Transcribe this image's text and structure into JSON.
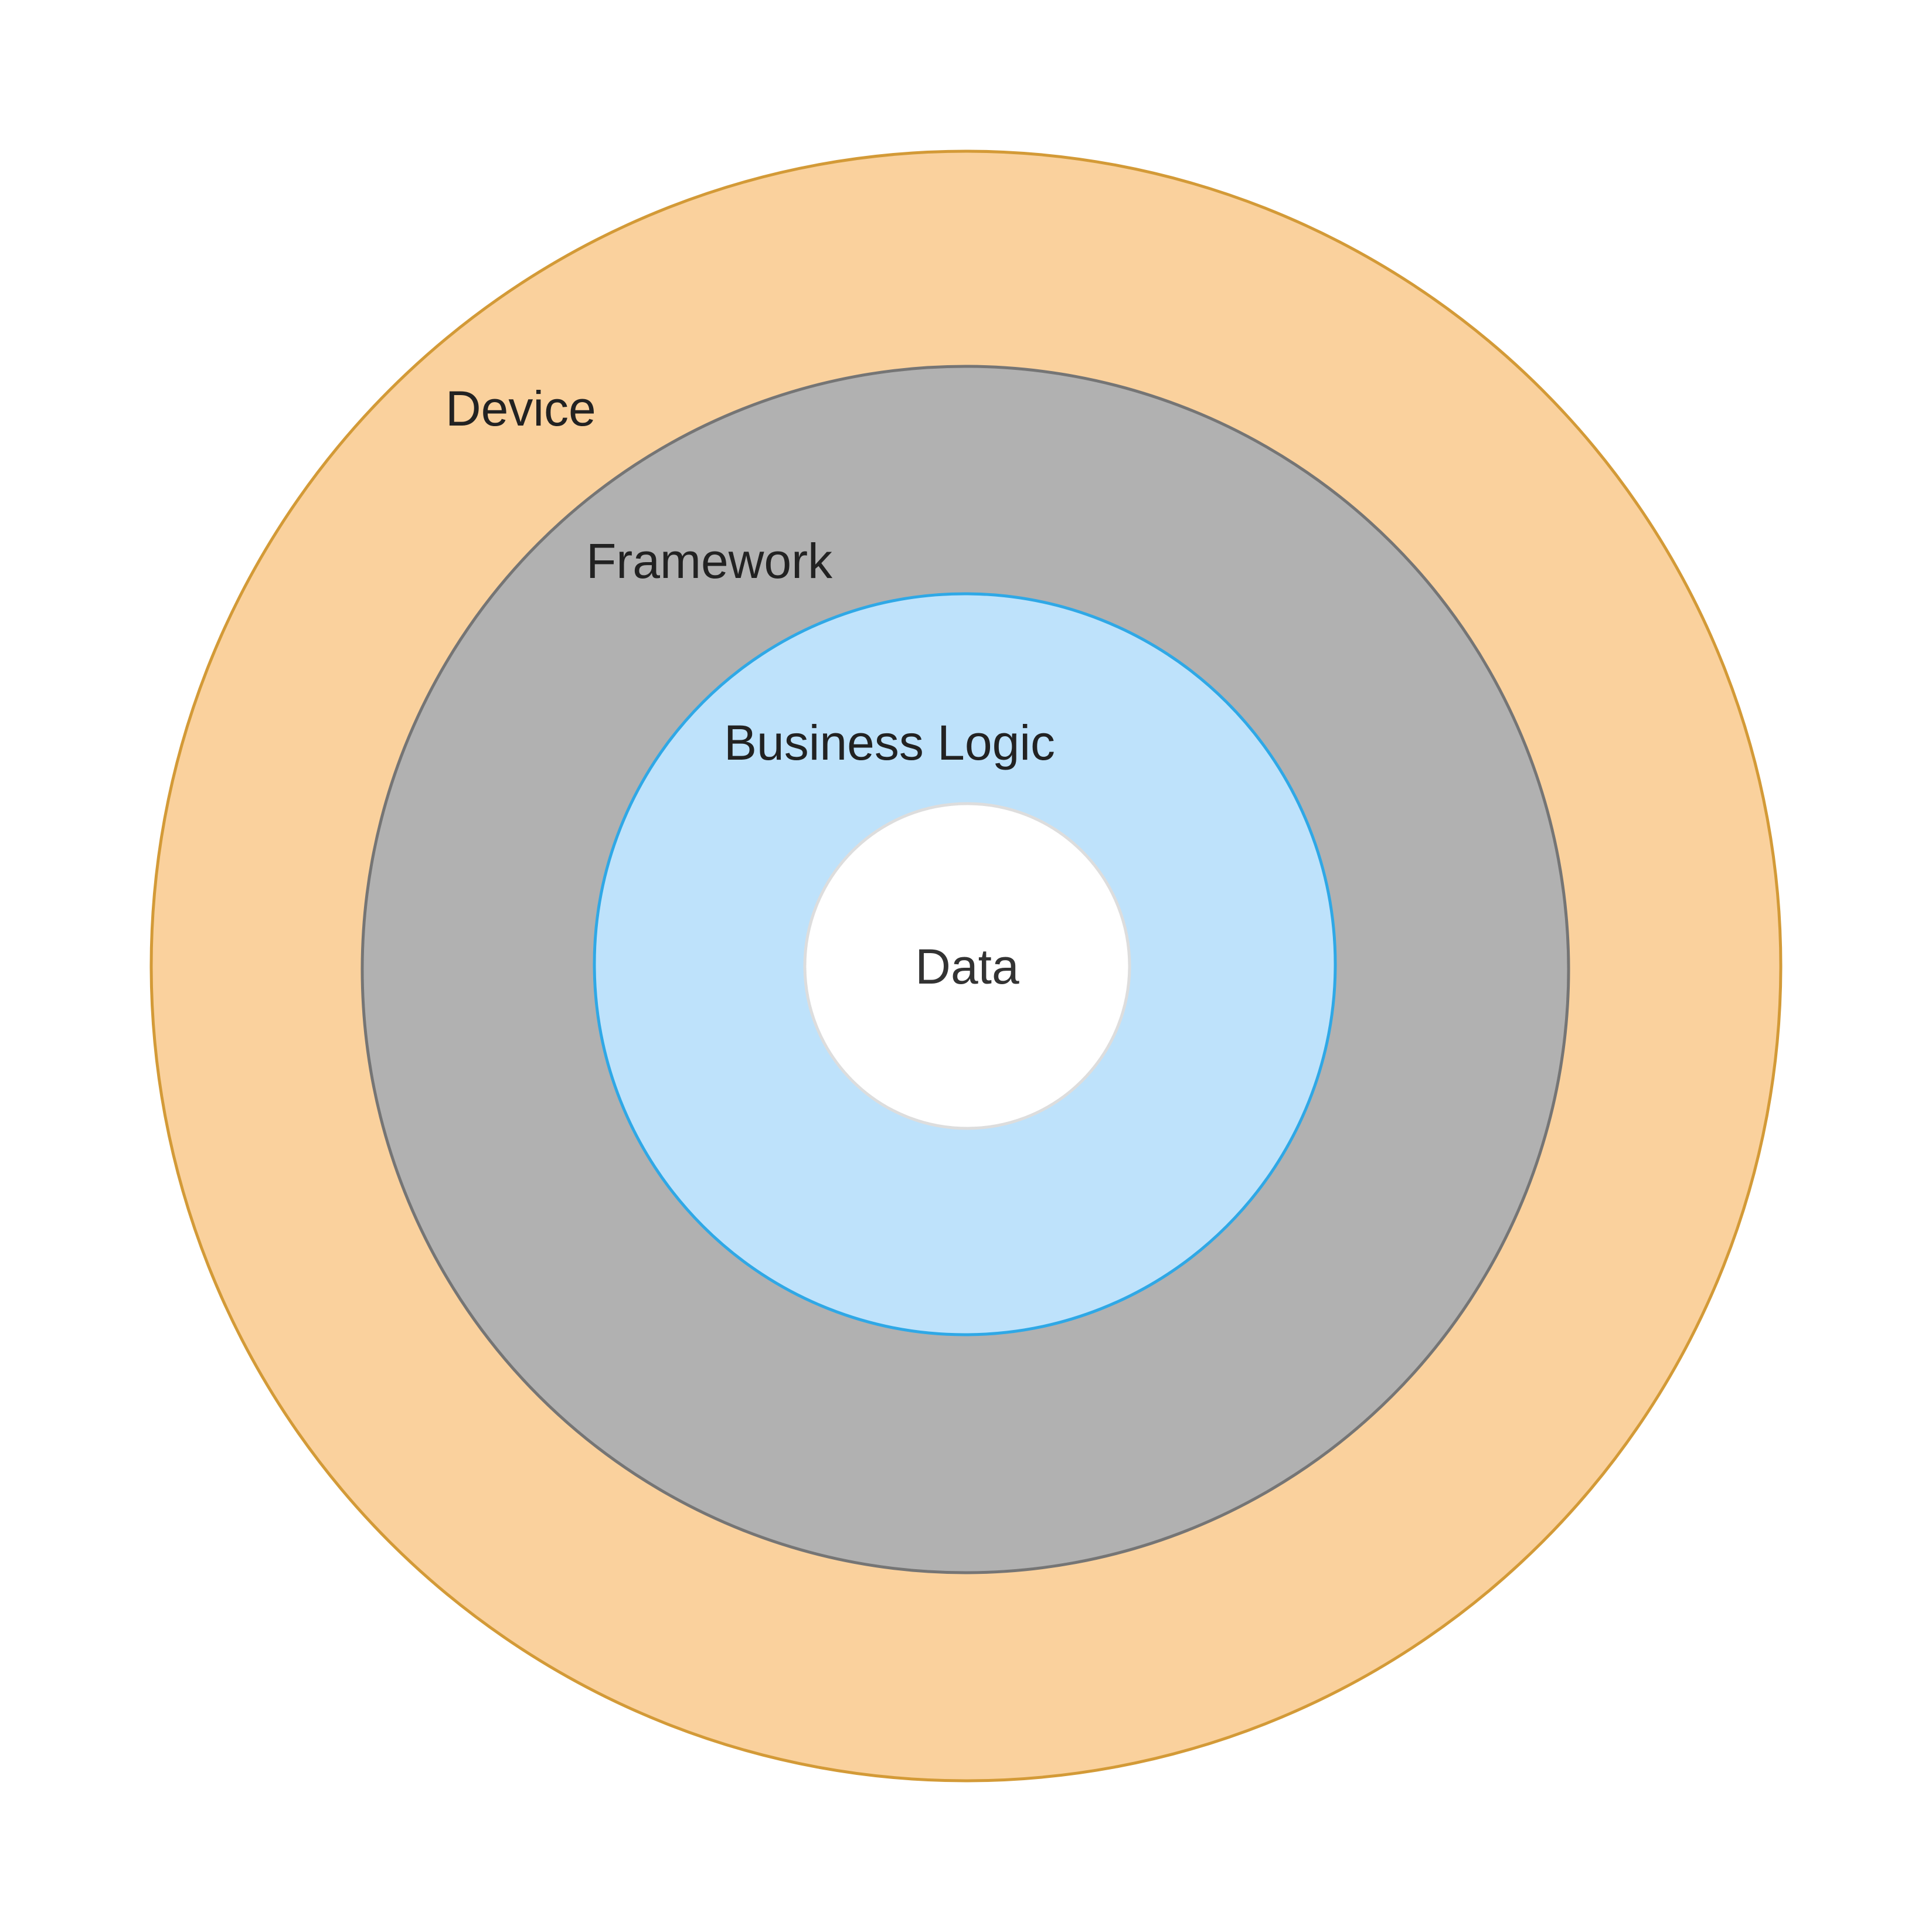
{
  "diagram": {
    "layers": [
      {
        "id": "device",
        "label": "Device",
        "fill": "#FAD19D",
        "stroke": "#D39A37"
      },
      {
        "id": "framework",
        "label": "Framework",
        "fill": "#B1B1B1",
        "stroke": "#757575"
      },
      {
        "id": "business-logic",
        "label": "Business Logic",
        "fill": "#BEE2FB",
        "stroke": "#2FA8E6"
      },
      {
        "id": "data",
        "label": "Data",
        "fill": "#FFFFFF",
        "stroke": "#DDDDDD"
      }
    ]
  }
}
